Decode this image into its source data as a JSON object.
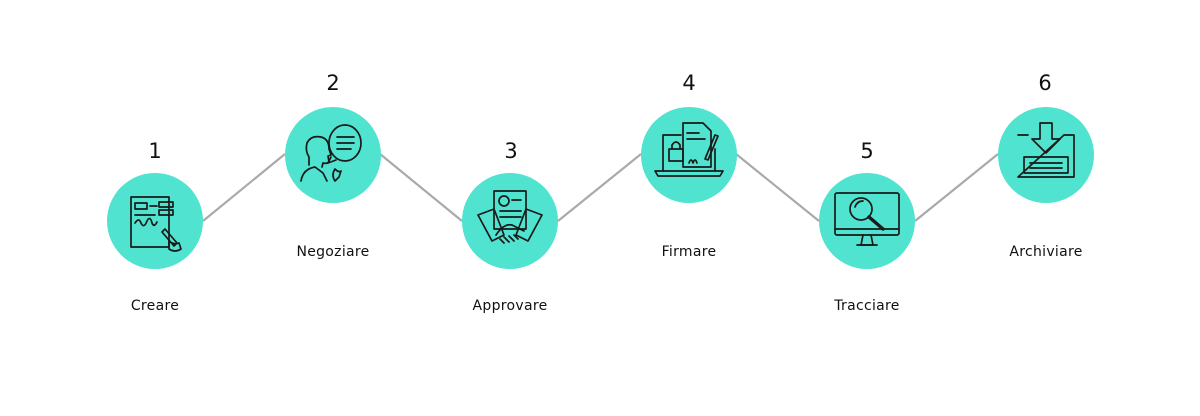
{
  "diagram": {
    "accent_color": "#4fe3d0",
    "line_color": "#aaaaaa",
    "steps": [
      {
        "number": "1",
        "label": "Creare",
        "icon": "document-signing-icon"
      },
      {
        "number": "2",
        "label": "Negoziare",
        "icon": "person-speech-bubble-icon"
      },
      {
        "number": "3",
        "label": "Approvare",
        "icon": "handshake-document-icon"
      },
      {
        "number": "4",
        "label": "Firmare",
        "icon": "laptop-lock-signature-icon"
      },
      {
        "number": "5",
        "label": "Tracciare",
        "icon": "monitor-magnifier-icon"
      },
      {
        "number": "6",
        "label": "Archiviare",
        "icon": "archive-download-icon"
      }
    ]
  }
}
